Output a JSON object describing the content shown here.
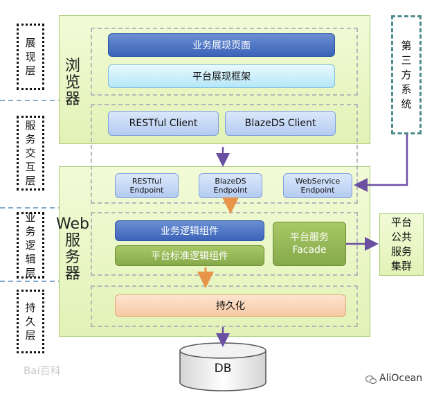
{
  "layers": {
    "presentation": "展\n现\n层",
    "service_interaction": "服\n务\n交\n互\n层",
    "business_logic": "业\n务\n逻\n辑\n层",
    "persistence": "持\n久\n层"
  },
  "browser": {
    "title": "浏\n览\n器",
    "business_page": "业务展现页面",
    "platform_framework": "平台展现框架",
    "restful_client": "RESTful Client",
    "blazeds_client": "BlazeDS Client"
  },
  "web_server": {
    "title": "Web\n服\n务\n器",
    "restful_endpoint": "RESTful\nEndpoint",
    "blazeds_endpoint": "BlazeDS\nEndpoint",
    "webservice_endpoint": "WebService\nEndpoint",
    "business_logic_component": "业务逻辑组件",
    "platform_standard_component": "平台标准逻辑组件",
    "platform_service_facade": "平台服务\nFacade",
    "persistence": "持久化"
  },
  "third_party": "第\n三\n方\n系\n统",
  "public_cluster": "平台\n公共\n服务\n集群",
  "db": "DB",
  "watermark": "Bai百科",
  "footer": "AliOcean",
  "colors": {
    "browser_bg": "#e2f2b6",
    "arrow_purple": "#6a4fa3",
    "arrow_orange": "#e8944a",
    "business_blue": "#3c63b8",
    "platform_green": "#86a94b"
  }
}
